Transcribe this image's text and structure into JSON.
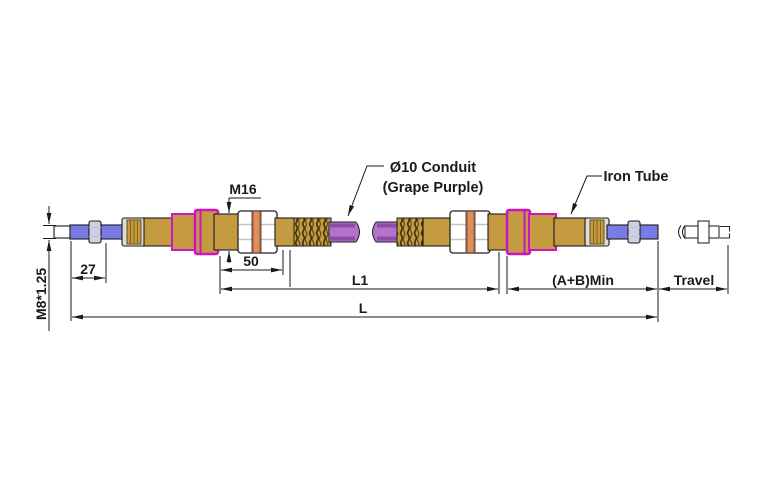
{
  "labels": {
    "conduit_line1": "Ø10 Conduit",
    "conduit_line2": "(Grape Purple)",
    "iron_tube": "Iron Tube"
  },
  "dimensions": {
    "left_thread": "M8*1.25",
    "left_rod_length": "27",
    "fitting_thread": "M16",
    "fitting_length": "50",
    "conduit_length": "L1",
    "ab_min": "(A+B)Min",
    "travel": "Travel",
    "overall_length": "L"
  },
  "colors": {
    "rod_blue": "#7a7ce6",
    "rod_blue_border": "#1b1b96",
    "nut_lavender": "#ccd0e6",
    "ferrule_gray": "#dcdcdc",
    "iron_tube": "#c49b41",
    "magenta": "#cf12c6",
    "copper": "#dd8f60",
    "copper_edge": "#a8643c",
    "conduit_purple": "#b473cb",
    "conduit_dark": "#8d4cab",
    "hex_white": "#ffffff",
    "line": "#1a1a1a"
  }
}
